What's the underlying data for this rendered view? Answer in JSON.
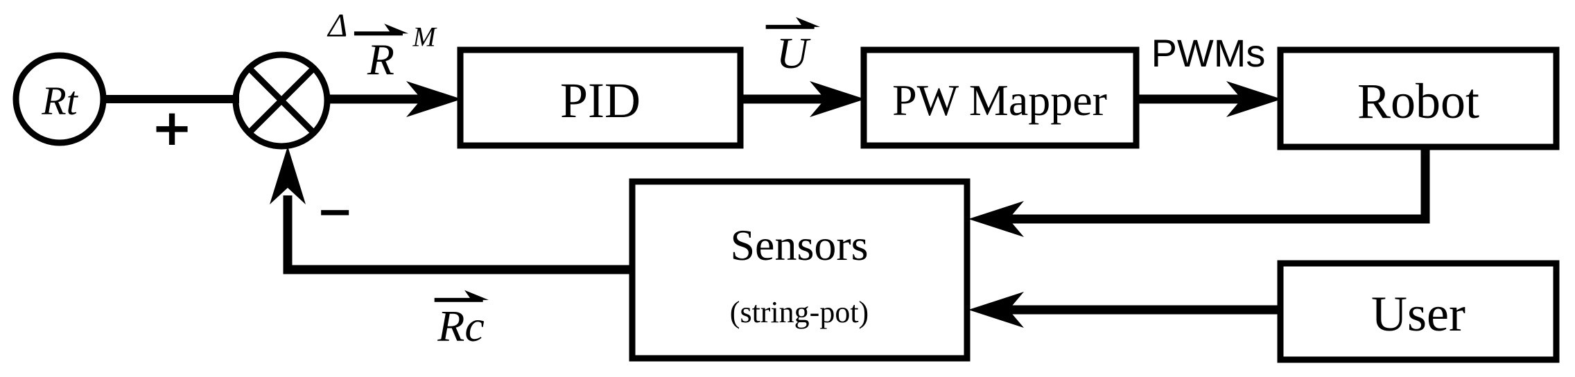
{
  "diagram": {
    "title": "PID control loop block diagram",
    "colors": {
      "ink": "#000000",
      "background": "#ffffff"
    },
    "nodes": {
      "setpoint": {
        "label": "Rt"
      },
      "pid": {
        "label": "PID"
      },
      "pw_mapper": {
        "label": "PW Mapper"
      },
      "robot": {
        "label": "Robot"
      },
      "sensors": {
        "label": "Sensors",
        "sublabel": "(string-pot)"
      },
      "user": {
        "label": "User"
      }
    },
    "summing_junction": {
      "plus_label": "+",
      "minus_label": "−"
    },
    "signals": {
      "error": {
        "delta": "Δ",
        "base": "R",
        "subscript": "M"
      },
      "control": {
        "base": "U"
      },
      "pwm": {
        "label": "PWMs"
      },
      "feedback": {
        "base": "Rc"
      }
    }
  }
}
